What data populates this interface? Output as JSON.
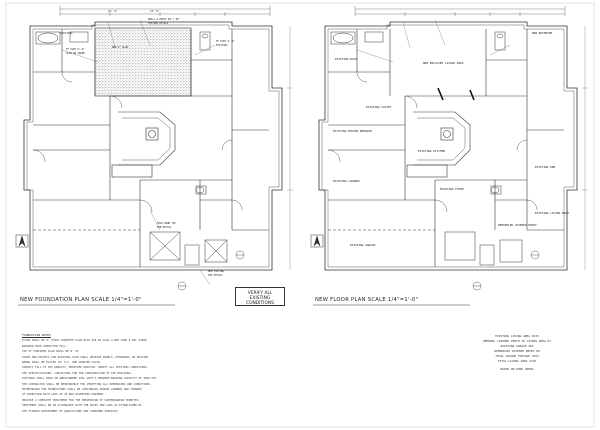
{
  "sheet": {
    "left_title": "NEW FOUNDATION PLAN   SCALE 1/4\"=1'-0\"",
    "right_title": "NEW FLOOR PLAN   SCALE 1/4\"=1'-0\"",
    "verify_line1": "VERIFY ALL",
    "verify_line2": "EXISTING",
    "verify_line3": "CONDITIONS"
  },
  "rooms": {
    "bath": "EXISTING BATH",
    "closet": "EXISTING CLOSET",
    "master_bedroom": "EXISTING MASTER BEDROOM",
    "kitchen": "EXISTING KITCHEN",
    "laundry": "EXISTING LAUNDRY",
    "garage": "EXISTING GARAGE",
    "living": "NEW ENCLOSED LIVING AREA",
    "foyer": "EXISTING FOYER",
    "den": "EXISTING DEN",
    "living_room": "EXISTING LIVING ROOM",
    "covered_entry": "REMODELED COVERED ENTRY",
    "new_bath": "NEW BATHROOM"
  },
  "notes": {
    "heading": "FOUNDATION NOTES",
    "lines": [
      "FLOOR SHALL BE 4\" THICK CONCRETE SLAB WITH 6X6 W1.4xW1.4 WWF OVER 6 MIL VAPOR",
      "BARRIER OVER COMPACTED FILL.",
      "TOP OF FINISHED SLAB SHALL BE 8\" AT",
      "CHIPS AND POCKETS FOR EXISTING SLAB SHALL RECEIVE DOWELS (THREADED) OR EPOXIED",
      "REBAR SHALL BE PLACED 18\" O.C. AND GROUTED SOLID.",
      "COMPACT FILL TO 95% DENSITY, MODIFIED PROCTOR. VERIFY ALL EXISTING CONDITIONS.",
      "SEE SPECIFICATIONS, CONSULTING FOR THE CONSTRUCTION OF THE BUILDING.",
      "FOOTINGS SHALL BEAR ON UNDISTURBED SOIL WITH A MINIMUM BEARING CAPACITY OF 2000 PSF.",
      "THE CONTRACTOR SHALL BE RESPONSIBLE FOR VERIFYING ALL DIMENSIONS AND CONDITIONS.",
      "REINFORCING FOR FOUNDATIONS SHALL BE CONTINUOUS AROUND CORNERS AND CHANGES",
      "OF DIRECTION WITH LAPS OF 30 BAR DIAMETERS MINIMUM.",
      "PROVIDE A COMPLETE TREATMENT FOR THE PREVENTION OF SUBTERRANEAN TERMITES.",
      "TREATMENT SHALL BE IN ACCORDANCE WITH THE RULES AND LAWS AS ESTABLISHED BY",
      "THE FLORIDA DEPARTMENT OF AGRICULTURE AND CONSUMER SERVICES."
    ]
  },
  "summary": {
    "lines": [
      "EXISTING LIVING AREA 2633",
      "REMODEL COVERED PORCH TO LIVING AREA 87",
      "EXISTING GARAGE 462",
      "REMODELED COVERED ENTRY 80",
      "TOTAL SQUARE FOOTAGE 3254",
      "TOTAL LIVING AREA 2720"
    ],
    "note": "BASED ON PHPA USERS"
  }
}
